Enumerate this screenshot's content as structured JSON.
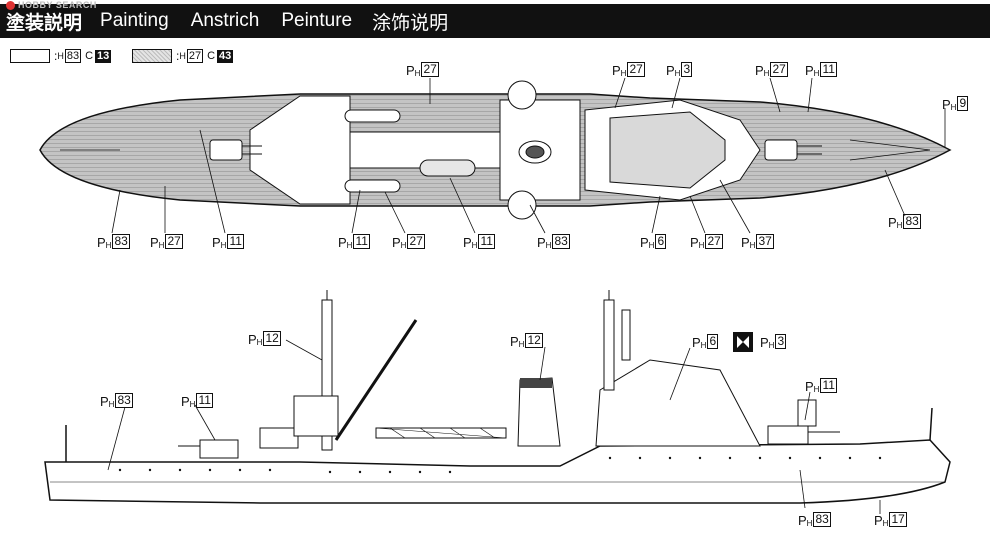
{
  "header": {
    "title_jp": "塗装説明",
    "title_en": "Painting",
    "title_de": "Anstrich",
    "title_fr": "Peinture",
    "title_cn": "涂饰说明"
  },
  "watermark": "HOBBY SEARCH",
  "legend": [
    {
      "colon": ":",
      "h": "H",
      "h_code": "83",
      "c": "C",
      "c_code": "13",
      "fill": "white"
    },
    {
      "colon": ":",
      "h": "H",
      "h_code": "27",
      "c": "C",
      "c_code": "43",
      "fill": "grey"
    }
  ],
  "callout_prefix": {
    "p": "P",
    "h": "H"
  },
  "callouts": {
    "top_27_a": "27",
    "top_27_b": "27",
    "top_3": "3",
    "top_27_c": "27",
    "top_11": "11",
    "top_9": "9",
    "top_83_right": "83",
    "top_83_left": "83",
    "top_27_left": "27",
    "top_11_left": "11",
    "top_11_mid": "11",
    "top_27_mid": "27",
    "top_11_mid2": "11",
    "top_83_mid": "83",
    "top_6": "6",
    "top_27_br": "27",
    "top_37": "37",
    "side_12_a": "12",
    "side_12_b": "12",
    "side_6": "6",
    "side_3": "3",
    "side_83_left": "83",
    "side_11_left": "11",
    "side_11_right": "11",
    "side_83_bottom": "83",
    "side_17": "17"
  },
  "colors": {
    "ink": "#111111",
    "deck": "#c8c8c8",
    "hull": "#ffffff"
  }
}
